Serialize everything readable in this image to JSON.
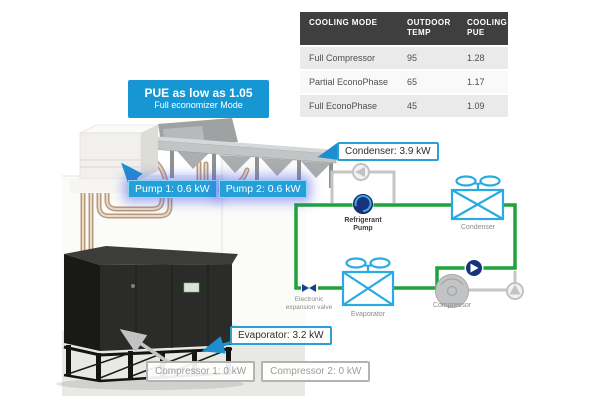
{
  "table": {
    "headers": [
      "COOLING MODE",
      "OUTDOOR TEMP",
      "COOLING PUE"
    ],
    "rows": [
      {
        "mode": "Full Compressor",
        "outdoor_temp": "95",
        "pue": "1.28"
      },
      {
        "mode": "Partial EconoPhase",
        "outdoor_temp": "65",
        "pue": "1.17"
      },
      {
        "mode": "Full EconoPhase",
        "outdoor_temp": "45",
        "pue": "1.09"
      }
    ]
  },
  "pue_badge": {
    "title": "PUE as low as 1.05",
    "subtitle": "Full economizer Mode"
  },
  "callouts": {
    "condenser": "Condenser: 3.9 kW",
    "pump1": "Pump 1: 0.6 kW",
    "pump2": "Pump 2: 0.6 kW",
    "evaporator": "Evaporator: 3.2 kW",
    "compressor1": "Compressor 1: 0 kW",
    "compressor2": "Compressor 2: 0 kW"
  },
  "schematic": {
    "refrigerant_pump_line1": "Refrigerant",
    "refrigerant_pump_line2": "Pump",
    "condenser": "Condenser",
    "evaporator": "Evaporator",
    "compressor": "Compressor",
    "expansion_valve_line1": "Electronic",
    "expansion_valve_line2": "expansion valve"
  },
  "colors": {
    "accent_blue": "#1697d4",
    "callout_border_blue": "#2a9fd8",
    "active_loop_green": "#1fa33b",
    "inactive_loop_gray": "#c6c6c6",
    "schematic_symbol_blue": "#29abe2",
    "pump_navy": "#16337e",
    "table_header_bg": "#3f3f3f"
  }
}
